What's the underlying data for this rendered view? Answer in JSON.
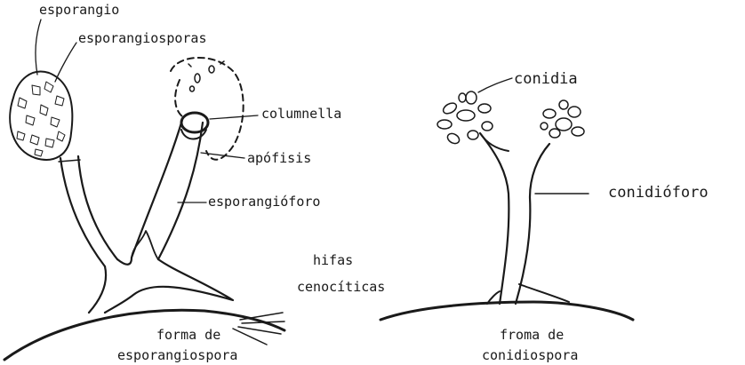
{
  "labels": {
    "esporangio": "esporangio",
    "esporangiosporas": "esporangiosporas",
    "columnella": "columnella",
    "apofisis": "apófisis",
    "esporangioforo": "esporangióforo",
    "hifas_line1": "hifas",
    "hifas_line2": "cenocíticas",
    "forma_a_line1": "forma de",
    "forma_a_line2": "esporangiospora",
    "conidia": "conidia",
    "conidioforo": "conidióforo",
    "forma_b_line1": "froma de",
    "forma_b_line2": "conidiospora"
  }
}
